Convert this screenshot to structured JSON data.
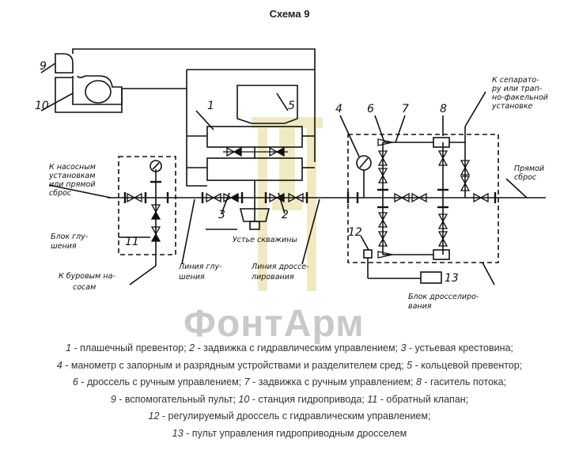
{
  "title": "Схема 9",
  "watermark": "ФонтАрм",
  "labels": {
    "to_pumps": [
      "К насосным",
      "установкам",
      "или прямой",
      "сброс"
    ],
    "kill_block": [
      "Блок глу-",
      "шения"
    ],
    "to_mud_pumps": [
      "К буровым на-",
      "сосам"
    ],
    "kill_line": [
      "Линия глу-",
      "шения"
    ],
    "choke_line": [
      "Линия дроссе-",
      "лирования"
    ],
    "wellhead": "Устье скважины",
    "to_separator": [
      "К сепарато-",
      "ру или трап-",
      "но-факельной",
      "установке"
    ],
    "direct_discharge": [
      "Прямой",
      "сброс"
    ],
    "choke_block": [
      "Блок дросселиро-",
      "вания"
    ]
  },
  "numbers": [
    "1",
    "2",
    "3",
    "4",
    "5",
    "6",
    "7",
    "8",
    "9",
    "10",
    "11",
    "12",
    "13"
  ],
  "legend": [
    {
      "n": "1",
      "t": " - плашечный превентор; "
    },
    {
      "n": "2",
      "t": " - задвижка с гидравлическим управлением; "
    },
    {
      "n": "3",
      "t": " - устьевая крестовина;"
    },
    {
      "n": "4",
      "t": " - манометр с запорным и разрядным устройствами и разделителем сред; "
    },
    {
      "n": "5",
      "t": " - кольцевой превентор;"
    },
    {
      "n": "6",
      "t": " - дроссель с ручным управлением; "
    },
    {
      "n": "7",
      "t": " - задвижка с ручным управлением; "
    },
    {
      "n": "8",
      "t": " - гаситель потока;"
    },
    {
      "n": "9",
      "t": " - вспомогательный пульт; "
    },
    {
      "n": "10",
      "t": " - станция гидропривода; "
    },
    {
      "n": "11",
      "t": " - обратный клапан;"
    },
    {
      "n": "12",
      "t": " - регулируемый дроссель с гидравлическим управлением;"
    },
    {
      "n": "13",
      "t": " - пульт управления гидроприводным дросселем"
    }
  ]
}
